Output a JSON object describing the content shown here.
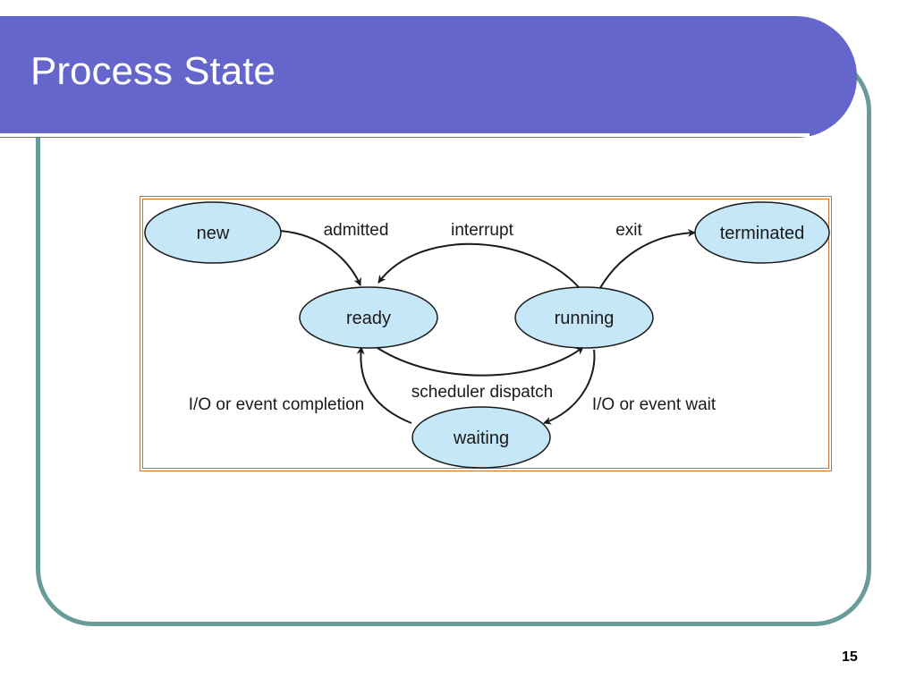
{
  "slide": {
    "title": "Process State",
    "page_number": "15"
  },
  "diagram": {
    "states": {
      "new": "new",
      "ready": "ready",
      "running": "running",
      "waiting": "waiting",
      "terminated": "terminated"
    },
    "transitions": {
      "admitted": "admitted",
      "interrupt": "interrupt",
      "exit": "exit",
      "scheduler_dispatch": "scheduler dispatch",
      "io_event_completion": "I/O or event completion",
      "io_event_wait": "I/O or event wait"
    }
  },
  "colors": {
    "title_bar": "#6466cc",
    "frame_border": "#679c98",
    "state_fill": "#c5e7f8",
    "diagram_border": "#c0733a"
  }
}
